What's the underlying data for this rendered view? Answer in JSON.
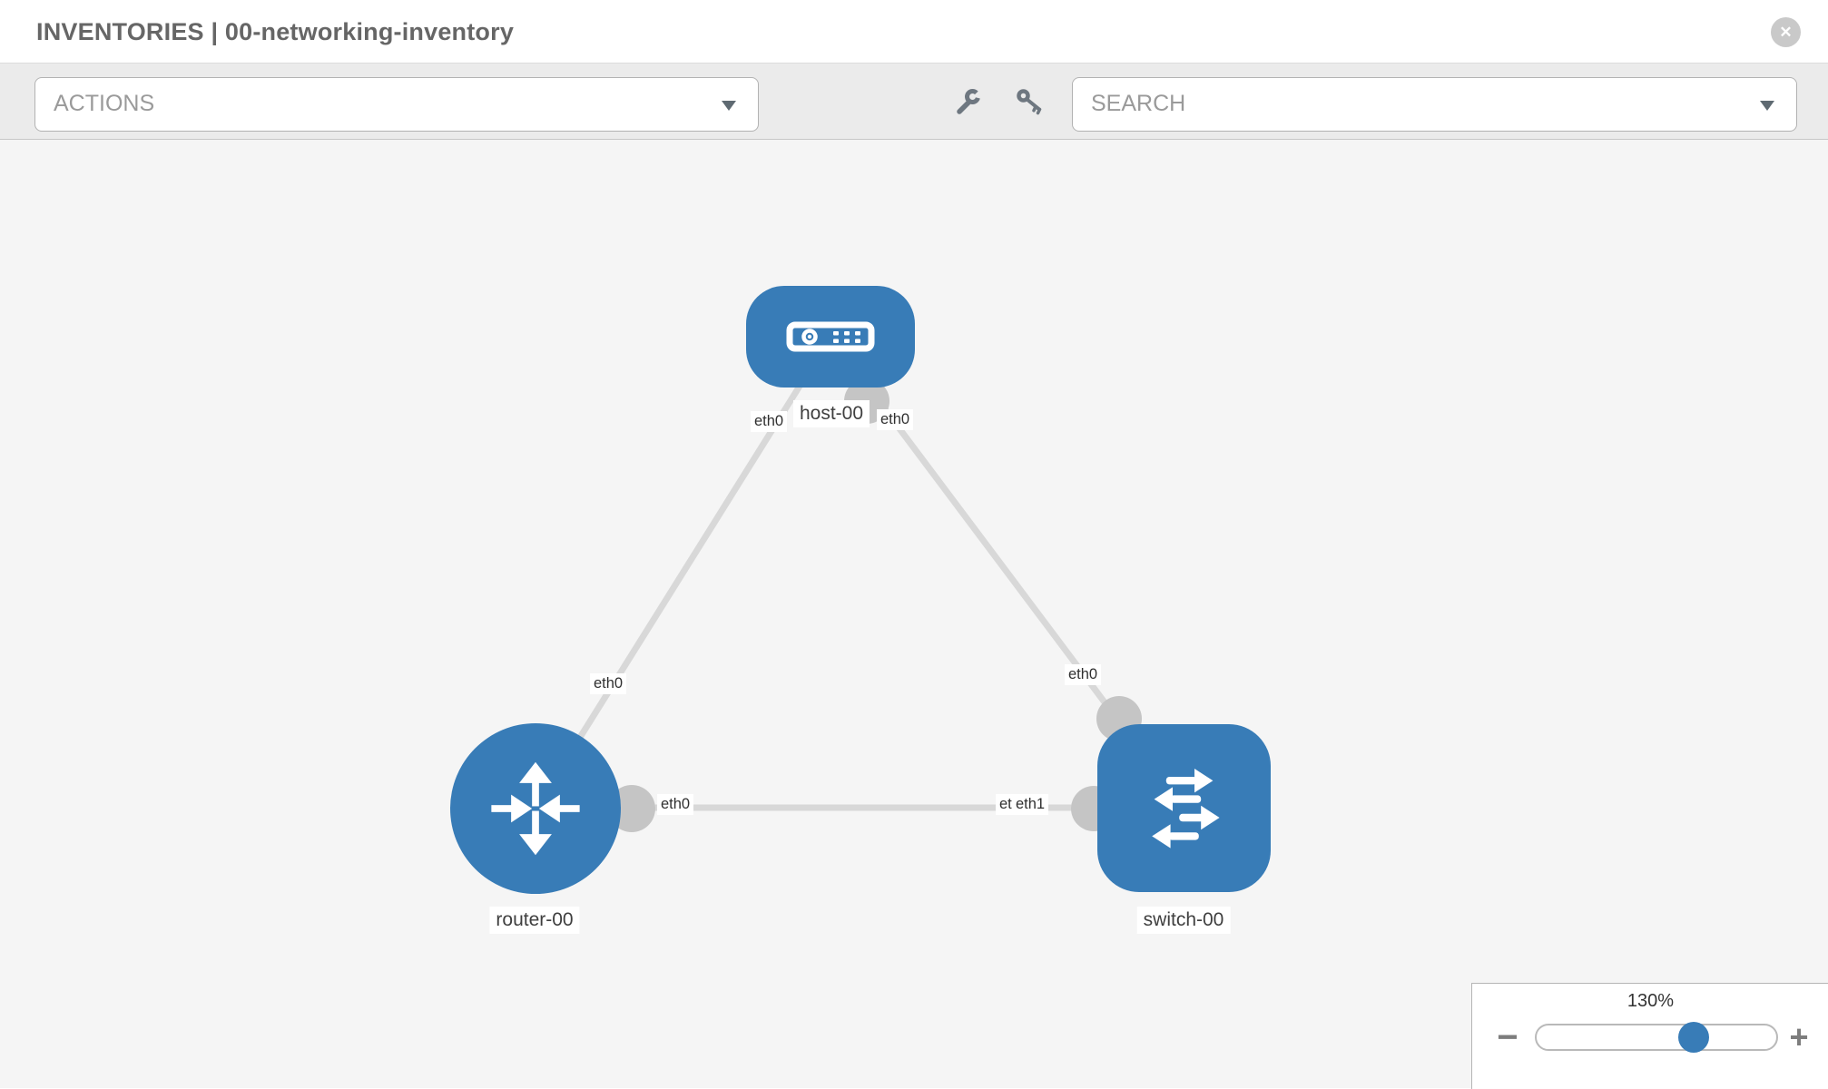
{
  "header": {
    "title": "INVENTORIES | 00-networking-inventory"
  },
  "toolbar": {
    "actions_label": "ACTIONS",
    "search_placeholder": "SEARCH"
  },
  "icons": {
    "close_glyph": "✕",
    "zoom_out_glyph": "−",
    "zoom_in_glyph": "+"
  },
  "colors": {
    "node_blue": "#387cb7",
    "link_gray": "#d8d8d8",
    "port_gray": "#c5c5c5",
    "toolbar_gray": "#ebebeb"
  },
  "canvas": {
    "nodes": [
      {
        "label": "host-00",
        "type": "host"
      },
      {
        "label": "router-00",
        "type": "router"
      },
      {
        "label": "switch-00",
        "type": "switch"
      }
    ],
    "links": [
      {
        "from": "host-00",
        "from_interface": "eth0",
        "to": "router-00",
        "to_interface": "eth0"
      },
      {
        "from": "host-00",
        "from_interface": "eth0",
        "to": "switch-00",
        "to_interface": "eth0"
      },
      {
        "from": "router-00",
        "from_interface": "eth0",
        "to": "switch-00",
        "to_interface": "eth1"
      }
    ],
    "interface_labels": [
      "eth0",
      "eth0",
      "eth0",
      "eth0",
      "eth0",
      "eth0",
      "eth1"
    ]
  },
  "zoom_panel": {
    "level": "130%"
  }
}
